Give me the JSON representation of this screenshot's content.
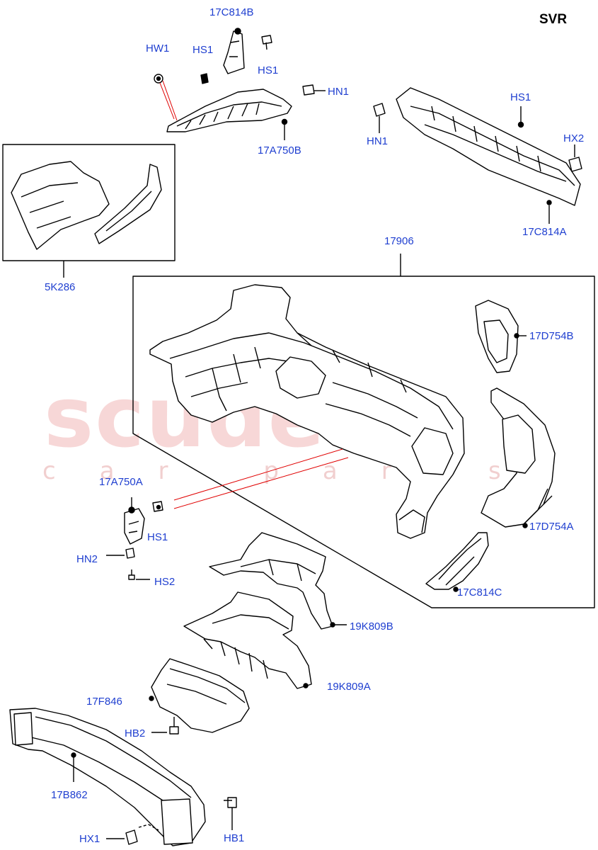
{
  "diagram": {
    "variant": "SVR",
    "watermark": {
      "brand": "scuderia",
      "tagline": "car parts"
    },
    "callouts": {
      "c17C814B_top": "17C814B",
      "hw1": "HW1",
      "hs1_a": "HS1",
      "hs1_b": "HS1",
      "hn1_a": "HN1",
      "c17A750B": "17A750B",
      "hs1_c": "HS1",
      "hn1_b": "HN1",
      "hx2": "HX2",
      "c17C814A": "17C814A",
      "c5K286": "5K286",
      "c17906": "17906",
      "c17D754B": "17D754B",
      "c17A750A": "17A750A",
      "hs1_d": "HS1",
      "hn2": "HN2",
      "hs2": "HS2",
      "c17D754A": "17D754A",
      "c17C814C": "17C814C",
      "c19K809B": "19K809B",
      "c19K809A": "19K809A",
      "c17F846": "17F846",
      "hb2": "HB2",
      "c17B862": "17B862",
      "hx1": "HX1",
      "hb1": "HB1"
    }
  }
}
